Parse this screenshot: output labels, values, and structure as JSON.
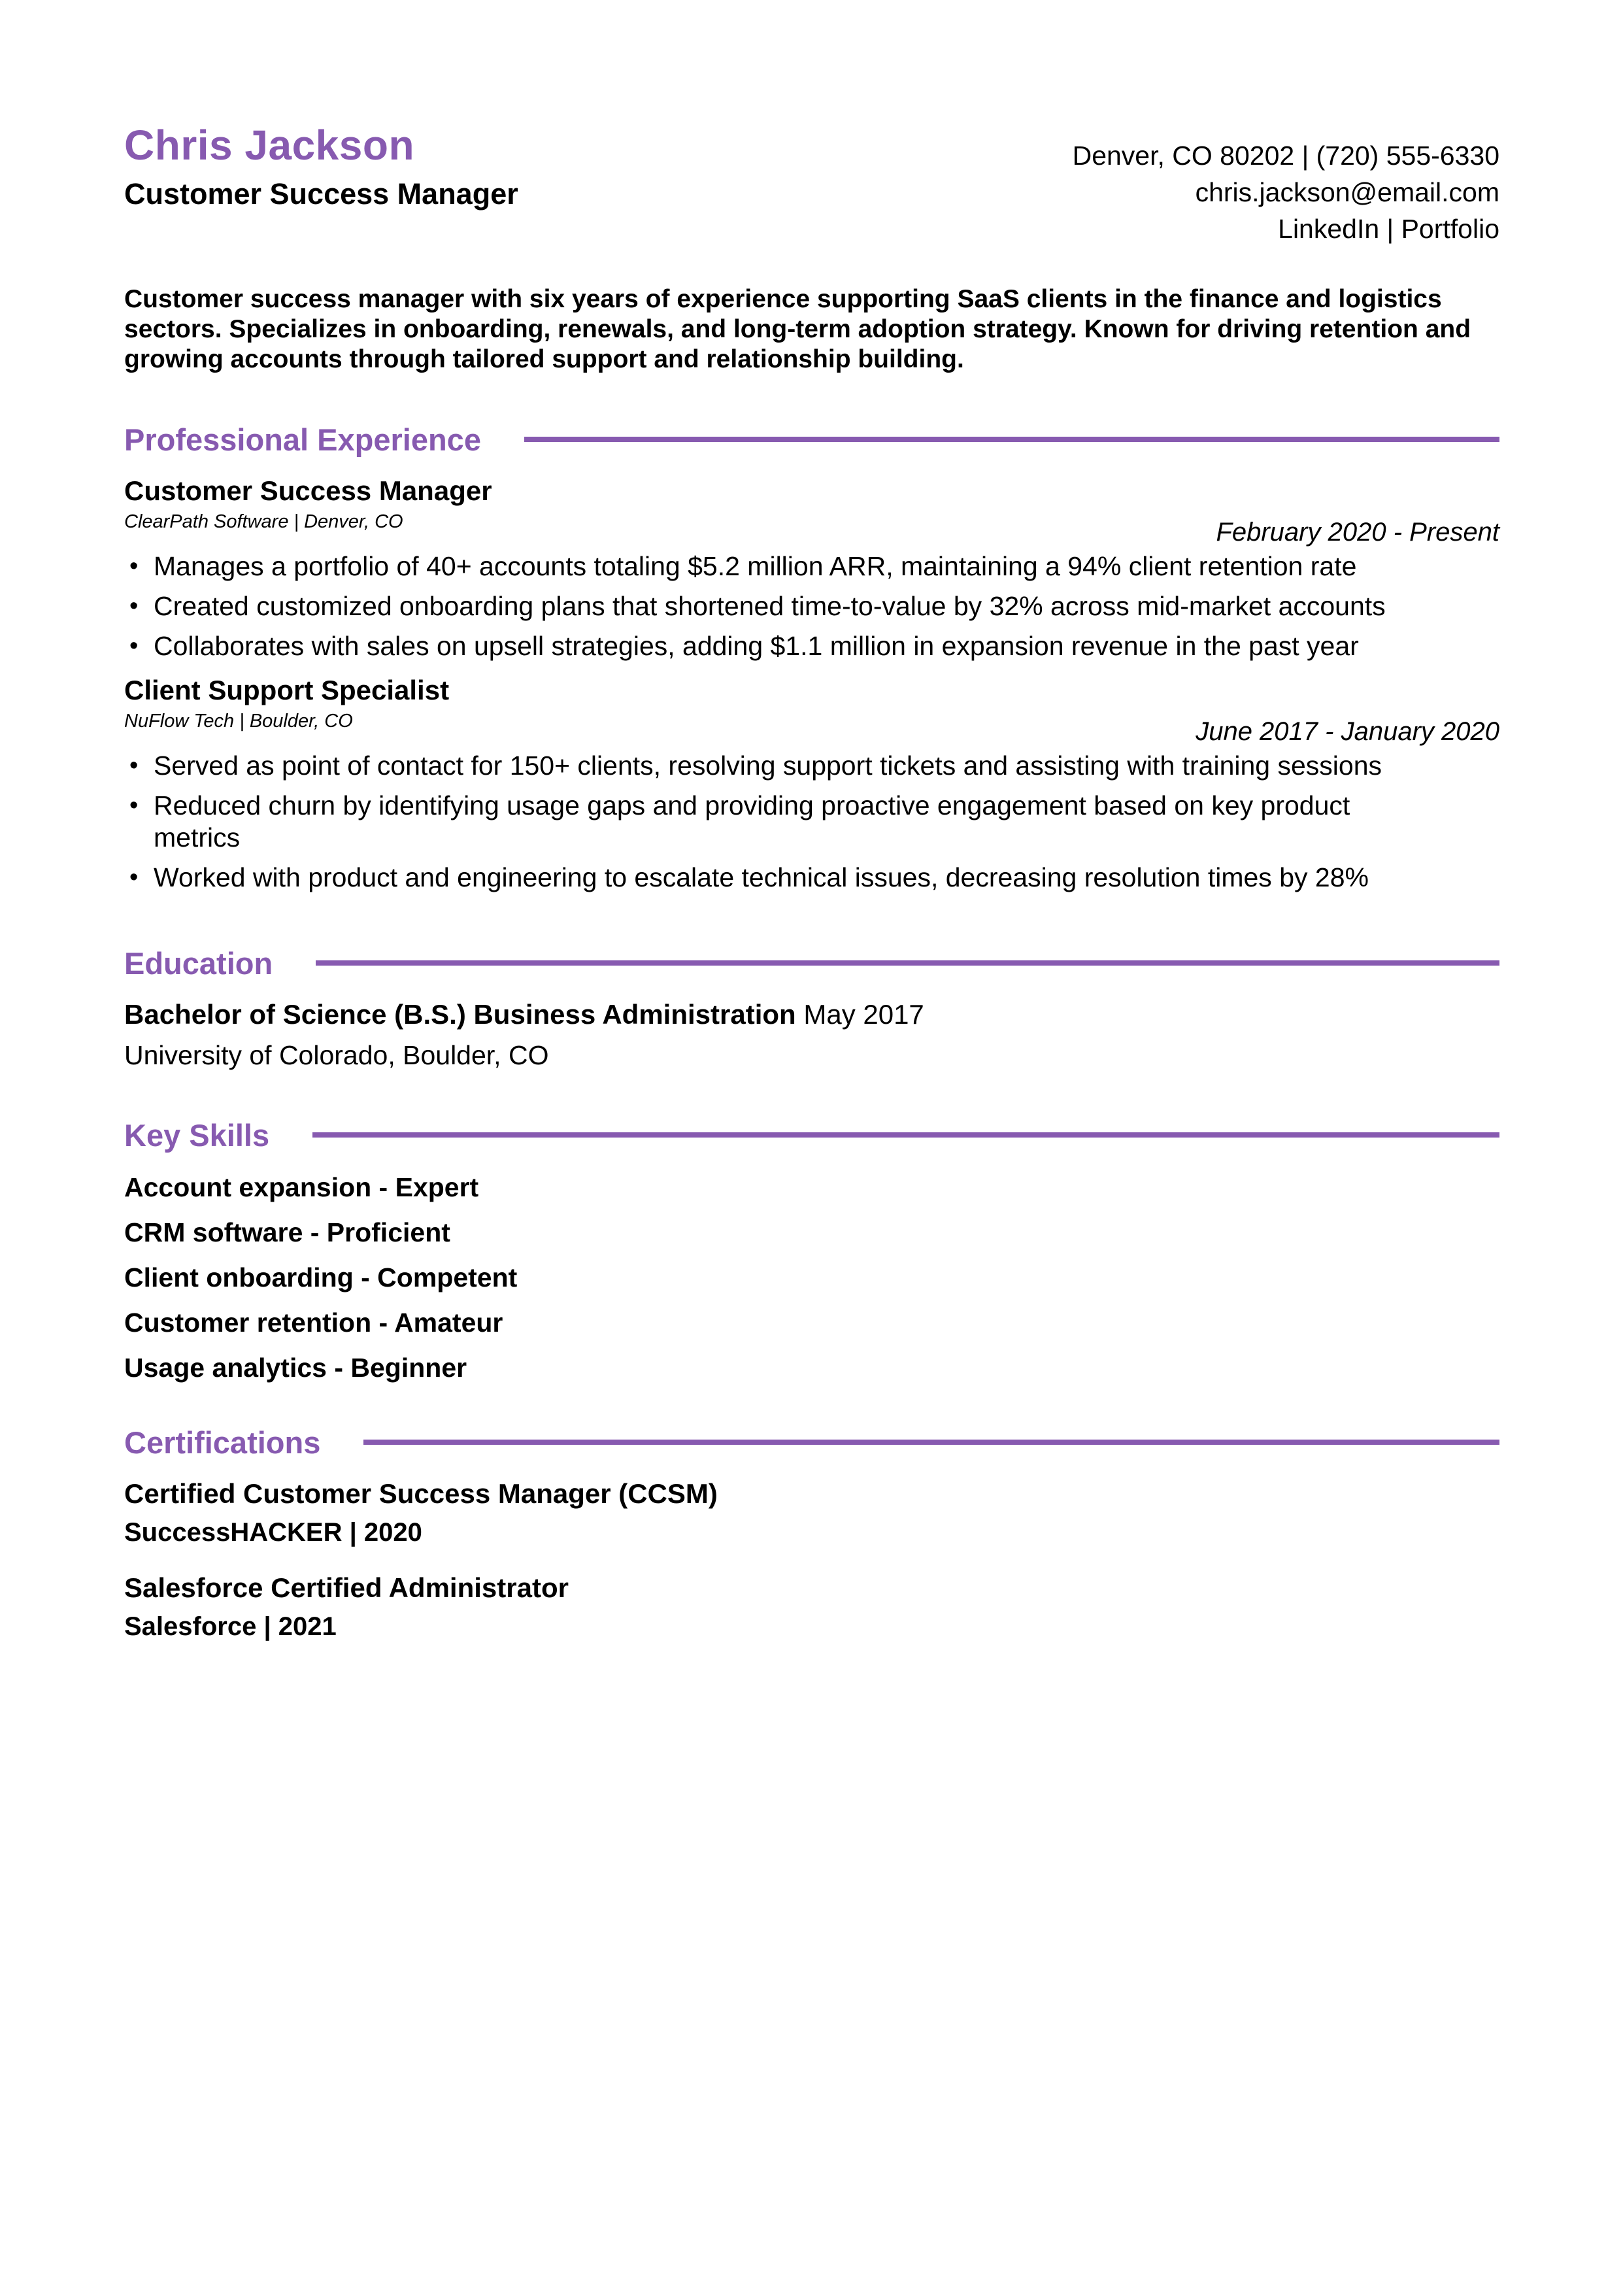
{
  "header": {
    "name": "Chris Jackson",
    "title": "Customer Success Manager",
    "contact": {
      "location_phone": "Denver, CO 80202 | (720) 555-6330",
      "email": "chris.jackson@email.com",
      "links": "LinkedIn | Portfolio"
    }
  },
  "summary": "Customer success manager with six years of experience supporting SaaS clients in the finance and logistics sectors. Specializes in onboarding, renewals, and long-term adoption strategy. Known for driving retention and growing accounts through tailored support and relationship building.",
  "colors": {
    "accent": "#875AB0",
    "text": "#000000"
  },
  "experience": {
    "heading": "Professional Experience",
    "jobs": [
      {
        "title": "Customer Success Manager",
        "company": "ClearPath Software | Denver, CO",
        "dates": "February 2020 - Present",
        "bullets": [
          "Manages a portfolio of 40+ accounts totaling $5.2 million ARR, maintaining a 94% client retention rate",
          "Created customized onboarding plans that shortened time-to-value by 32% across mid-market accounts",
          "Collaborates with sales on upsell strategies, adding $1.1 million in expansion revenue in the past year"
        ]
      },
      {
        "title": "Client Support Specialist",
        "company": "NuFlow Tech | Boulder, CO",
        "dates": "June 2017 - January 2020",
        "bullets": [
          "Served as point of contact for 150+ clients, resolving support tickets and assisting with training sessions",
          "Reduced churn by identifying usage gaps and providing proactive engagement based on key product metrics",
          "Worked with product and engineering to escalate technical issues, decreasing resolution times by 28%"
        ]
      }
    ]
  },
  "education": {
    "heading": "Education",
    "degree": "Bachelor of Science (B.S.) Business Administration",
    "date": "May 2017",
    "school": "University of Colorado, Boulder, CO"
  },
  "skills": {
    "heading": "Key Skills",
    "items": [
      "Account expansion - Expert",
      "CRM software - Proficient",
      "Client onboarding - Competent",
      "Customer retention - Amateur",
      "Usage analytics - Beginner"
    ]
  },
  "certifications": {
    "heading": "Certifications",
    "items": [
      {
        "name": "Certified Customer Success Manager (CCSM)",
        "issuer": "SuccessHACKER | 2020"
      },
      {
        "name": "Salesforce Certified Administrator",
        "issuer": "Salesforce | 2021"
      }
    ]
  }
}
